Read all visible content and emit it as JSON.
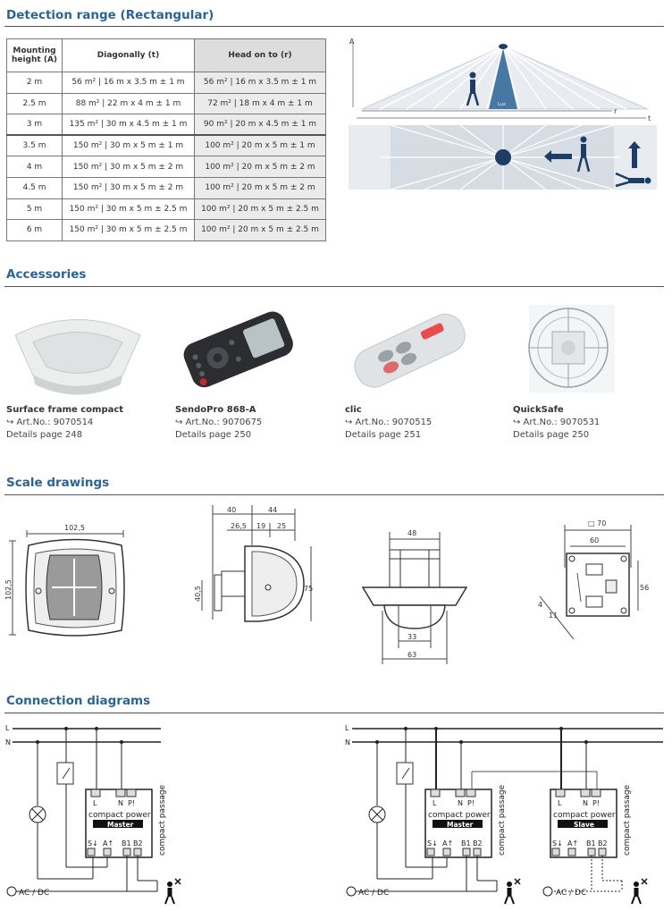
{
  "sections": {
    "detection": "Detection range (Rectangular)",
    "accessories": "Accessories",
    "scale": "Scale drawings",
    "connection": "Connection diagrams"
  },
  "table": {
    "headers": [
      "Mounting height (A)",
      "Diagonally (t)",
      "Head on to (r)"
    ],
    "rows": [
      [
        "2 m",
        "56 m² | 16 m x 3.5 m ± 1 m",
        "56 m² | 16 m x 3.5 m ± 1 m"
      ],
      [
        "2.5 m",
        "88 m² | 22 m x 4 m ± 1 m",
        "72 m² | 18 m x 4 m ± 1 m"
      ],
      [
        "3 m",
        "135 m² | 30 m x 4.5 m ± 1 m",
        "90 m² | 20 m x 4.5 m ± 1 m"
      ],
      [
        "3.5 m",
        "150 m² | 30 m x 5 m ± 1 m",
        "100 m² | 20 m x 5 m ± 1 m"
      ],
      [
        "4 m",
        "150 m² | 30 m x 5 m ± 2 m",
        "100 m² | 20 m x 5 m ± 2 m"
      ],
      [
        "4.5 m",
        "150 m² | 30 m x 5 m ± 2 m",
        "100 m² | 20 m x 5 m ± 2 m"
      ],
      [
        "5 m",
        "150 m² | 30 m x 5 m ± 2.5 m",
        "100 m² | 20 m x 5 m ± 2.5 m"
      ],
      [
        "6 m",
        "150 m² | 30 m x 5 m ± 2.5 m",
        "100 m² | 20 m x 5 m ± 2.5 m"
      ]
    ]
  },
  "range_diagram": {
    "a": "A",
    "r": "r",
    "t": "t",
    "lux": "Lux"
  },
  "accessories": [
    {
      "name": "Surface frame compact",
      "art": "↪ Art.No.: 9070514",
      "details": "Details page 248"
    },
    {
      "name": "SendoPro 868-A",
      "art": "↪ Art.No.: 9070675",
      "details": "Details page 250"
    },
    {
      "name": "clic",
      "art": "↪ Art.No.: 9070515",
      "details": "Details page 251"
    },
    {
      "name": "QuickSafe",
      "art": "↪ Art.No.: 9070531",
      "details": "Details page 250"
    }
  ],
  "scale": {
    "d1": {
      "w": "102,5",
      "h": "102,5"
    },
    "d2": {
      "a": "40",
      "b": "44",
      "c": "26,5",
      "d": "19",
      "e": "25",
      "f": "40,5",
      "g": "75"
    },
    "d3": {
      "a": "48",
      "b": "33",
      "c": "63"
    },
    "d4": {
      "a": "□ 70",
      "b": "60",
      "c": "56",
      "d": "4",
      "e": "11"
    }
  },
  "connection": {
    "L": "L",
    "N": "N",
    "product": "compact power",
    "passage": "compact passage",
    "master": "Master",
    "slave": "Slave",
    "terms_top": [
      "L",
      "N",
      "P!"
    ],
    "terms_bot": [
      "S↓",
      "A↑",
      "B1",
      "B2"
    ],
    "acdc": "AC / DC"
  }
}
